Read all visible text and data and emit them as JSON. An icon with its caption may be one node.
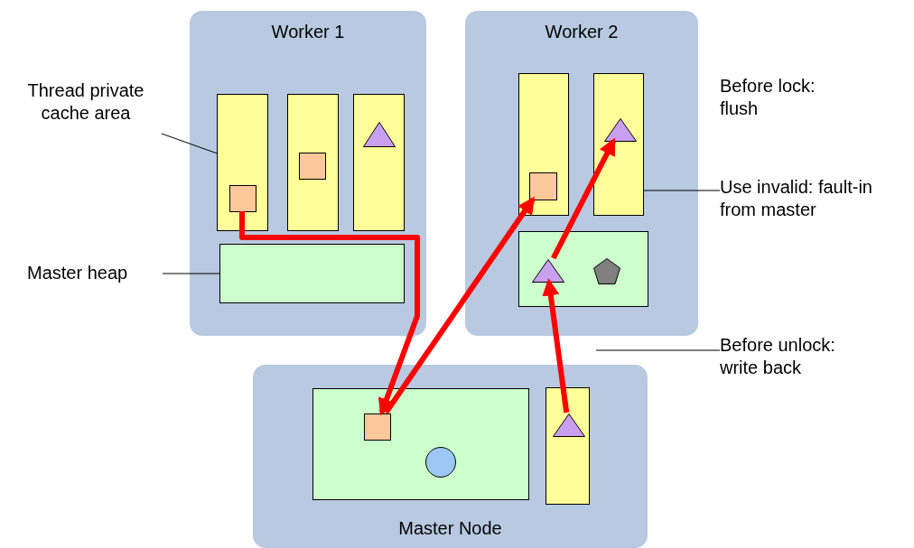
{
  "diagram": {
    "nodes": [
      {
        "text": [
          "Worker 1"
        ]
      },
      {
        "text": [],
        "shape": "box",
        "in": 0
      },
      {
        "text": [],
        "shape": "box",
        "in": 0
      },
      {
        "text": [],
        "shape": "box",
        "in": 0
      },
      {
        "text": [],
        "shape": "box",
        "in": 0
      },
      {
        "text": [
          "Worker 2"
        ]
      },
      {
        "text": [],
        "shape": "box",
        "in": 5
      },
      {
        "text": [],
        "shape": "box",
        "in": 5
      },
      {
        "text": [],
        "shape": "box",
        "in": 5
      },
      {
        "text": [
          "Master Node"
        ]
      },
      {
        "text": [],
        "shape": "box",
        "in": 9
      },
      {
        "text": [],
        "shape": "box",
        "in": 9
      },
      {
        "text": [],
        "shape": "square",
        "in": 1
      },
      {
        "text": [],
        "shape": "square",
        "in": 2
      },
      {
        "text": [],
        "shape": "triangle",
        "in": 3
      },
      {
        "text": [],
        "shape": "square",
        "in": 6
      },
      {
        "text": [],
        "shape": "triangle",
        "in": 7
      },
      {
        "text": [],
        "shape": "triangle",
        "in": 8
      },
      {
        "text": [],
        "shape": "pentagon",
        "in": 8
      },
      {
        "text": [],
        "shape": "square",
        "in": 10
      },
      {
        "text": [],
        "shape": "circle",
        "in": 10
      },
      {
        "text": [],
        "shape": "triangle",
        "in": 11
      },
      {
        "text": [
          "Thread private cache area"
        ]
      },
      {
        "text": [
          "Master heap"
        ]
      },
      {
        "text": [
          "Use invalid: fault-in from master"
        ]
      },
      {
        "text": [
          "Before unlock: write back"
        ]
      }
    ],
    "edges": [
      {
        "from": 12,
        "to": 19,
        "arrow": "to",
        "style": "thick",
        "color": "#ff0000"
      },
      {
        "from": 19,
        "to": 15,
        "arrow": "to",
        "style": "thick",
        "color": "#ff0000"
      },
      {
        "from": 21,
        "to": 17,
        "arrow": "to",
        "style": "thick",
        "color": "#ff0000"
      },
      {
        "from": 17,
        "to": 16,
        "arrow": "to",
        "style": "thick",
        "color": "#ff0000"
      },
      {
        "from": 22,
        "to": 1,
        "arrow": "none",
        "color": "#000000"
      },
      {
        "from": 23,
        "to": 4,
        "arrow": "none",
        "color": "#000000"
      },
      {
        "from": 24,
        "to": 7,
        "arrow": "none",
        "color": "#000000"
      },
      {
        "from": 25,
        "to": null,
        "arrow": "none",
        "color": "#000000"
      }
    ],
    "labels": [
      "Before lock: flush"
    ]
  }
}
